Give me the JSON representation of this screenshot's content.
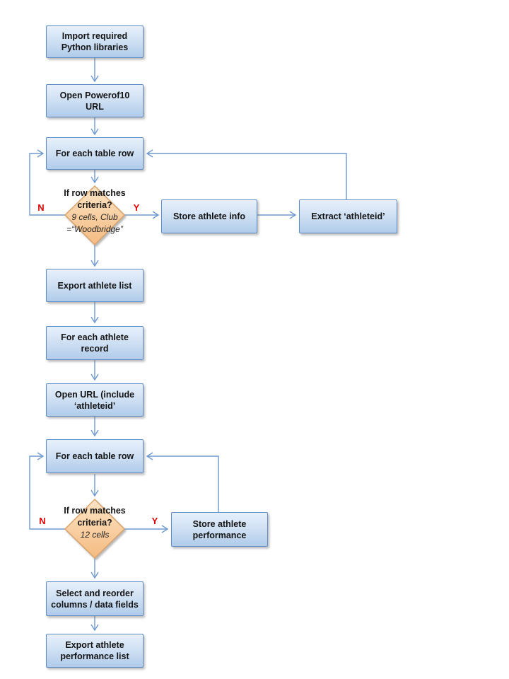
{
  "flowchart": {
    "process_nodes": {
      "import_libraries": {
        "lines": [
          "Import required",
          "Python libraries"
        ]
      },
      "open_powerof10_url": {
        "lines": [
          "Open Powerof10",
          "URL"
        ]
      },
      "for_each_table_row_1": {
        "lines": [
          "For each table row"
        ]
      },
      "store_athlete_info": {
        "lines": [
          "Store athlete info"
        ]
      },
      "extract_athleteid": {
        "lines": [
          "Extract ‘athleteid’"
        ]
      },
      "export_athlete_list": {
        "lines": [
          "Export athlete list"
        ]
      },
      "for_each_athlete_record": {
        "lines": [
          "For each athlete",
          "record"
        ]
      },
      "open_url_include_athleteid": {
        "lines": [
          "Open URL (include",
          "‘athleteid’"
        ]
      },
      "for_each_table_row_2": {
        "lines": [
          "For each table row"
        ]
      },
      "store_athlete_performance": {
        "lines": [
          "Store athlete",
          "performance"
        ]
      },
      "select_and_reorder_columns": {
        "lines": [
          "Select and reorder",
          "columns / data fields"
        ]
      },
      "export_athlete_performance_list": {
        "lines": [
          "Export athlete",
          "performance list"
        ]
      }
    },
    "decision_nodes": {
      "row_matches_criteria_1": {
        "question_lines": [
          "If row matches",
          "criteria?"
        ],
        "note_lines": [
          "9 cells, Club",
          "=“Woodbridge”"
        ]
      },
      "row_matches_criteria_2": {
        "question_lines": [
          "If row matches",
          "criteria?"
        ],
        "note_lines": [
          "12 cells"
        ]
      }
    },
    "branch_labels": {
      "no": "N",
      "yes": "Y"
    },
    "colors": {
      "process_fill_top": "#e7f0fb",
      "process_fill_bottom": "#b0cbea",
      "process_border": "#5f8dc5",
      "decision_fill_top": "#fde4c5",
      "decision_fill_bottom": "#f4bb81",
      "decision_border": "#d9a36b",
      "connector": "#6f9ad0",
      "branch_label": "#e00000",
      "text": "#141414"
    }
  }
}
